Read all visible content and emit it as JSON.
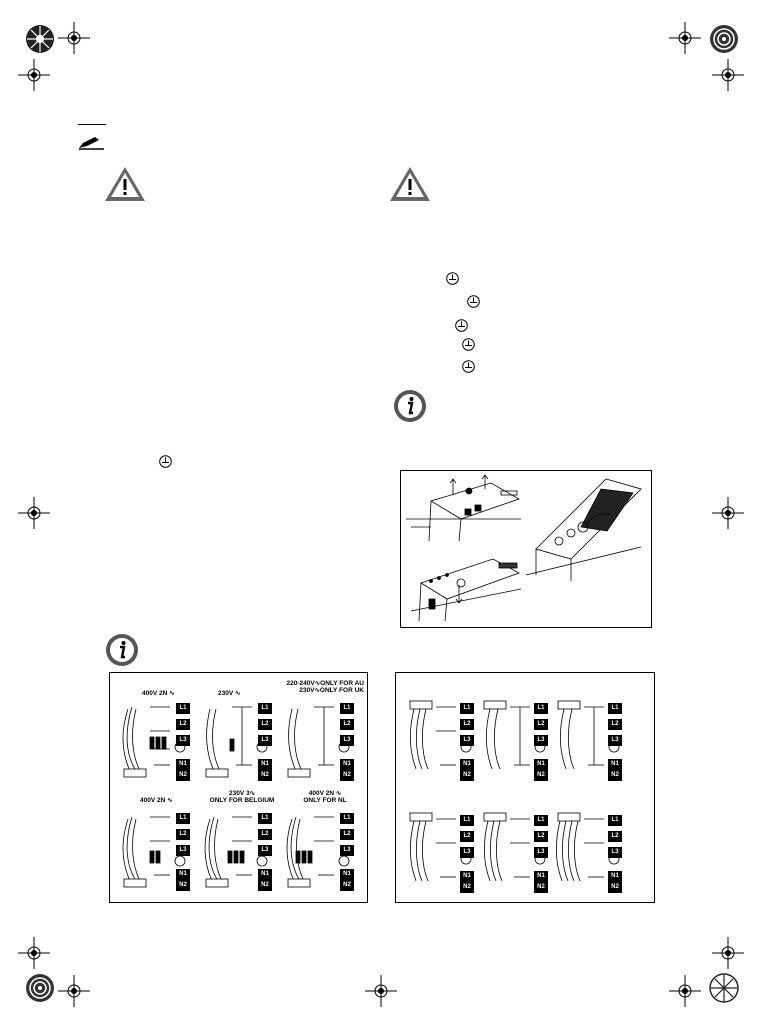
{
  "page": {
    "marks": {
      "top_left_rosette": "rosette-icon",
      "registration": "crosshair-icon",
      "note": "pencil-icon",
      "warning": "warning-triangle-icon",
      "information": "info-circle-icon",
      "earth": "earth-symbol-icon"
    }
  },
  "left_diagrams": {
    "top_row": [
      {
        "heading": "400V 2N ∿"
      },
      {
        "heading": "230V ∿"
      },
      {
        "heading": "220-240V∿ONLY FOR AU\n230V∿ONLY FOR UK"
      }
    ],
    "bottom_row": [
      {
        "heading": "400V 2N ∿"
      },
      {
        "heading": "230V 3∿\nONLY FOR BELGIUM"
      },
      {
        "heading": "400V 2N ∿\nONLY FOR NL"
      }
    ],
    "terminals": [
      "L1",
      "L2",
      "L3",
      "N1",
      "N2"
    ]
  },
  "right_diagrams": {
    "terminals": [
      "L1",
      "L2",
      "L3",
      "N1",
      "N2"
    ]
  },
  "colors": {
    "ink": "#000000",
    "grey": "#8a8a8a",
    "paper": "#ffffff"
  }
}
